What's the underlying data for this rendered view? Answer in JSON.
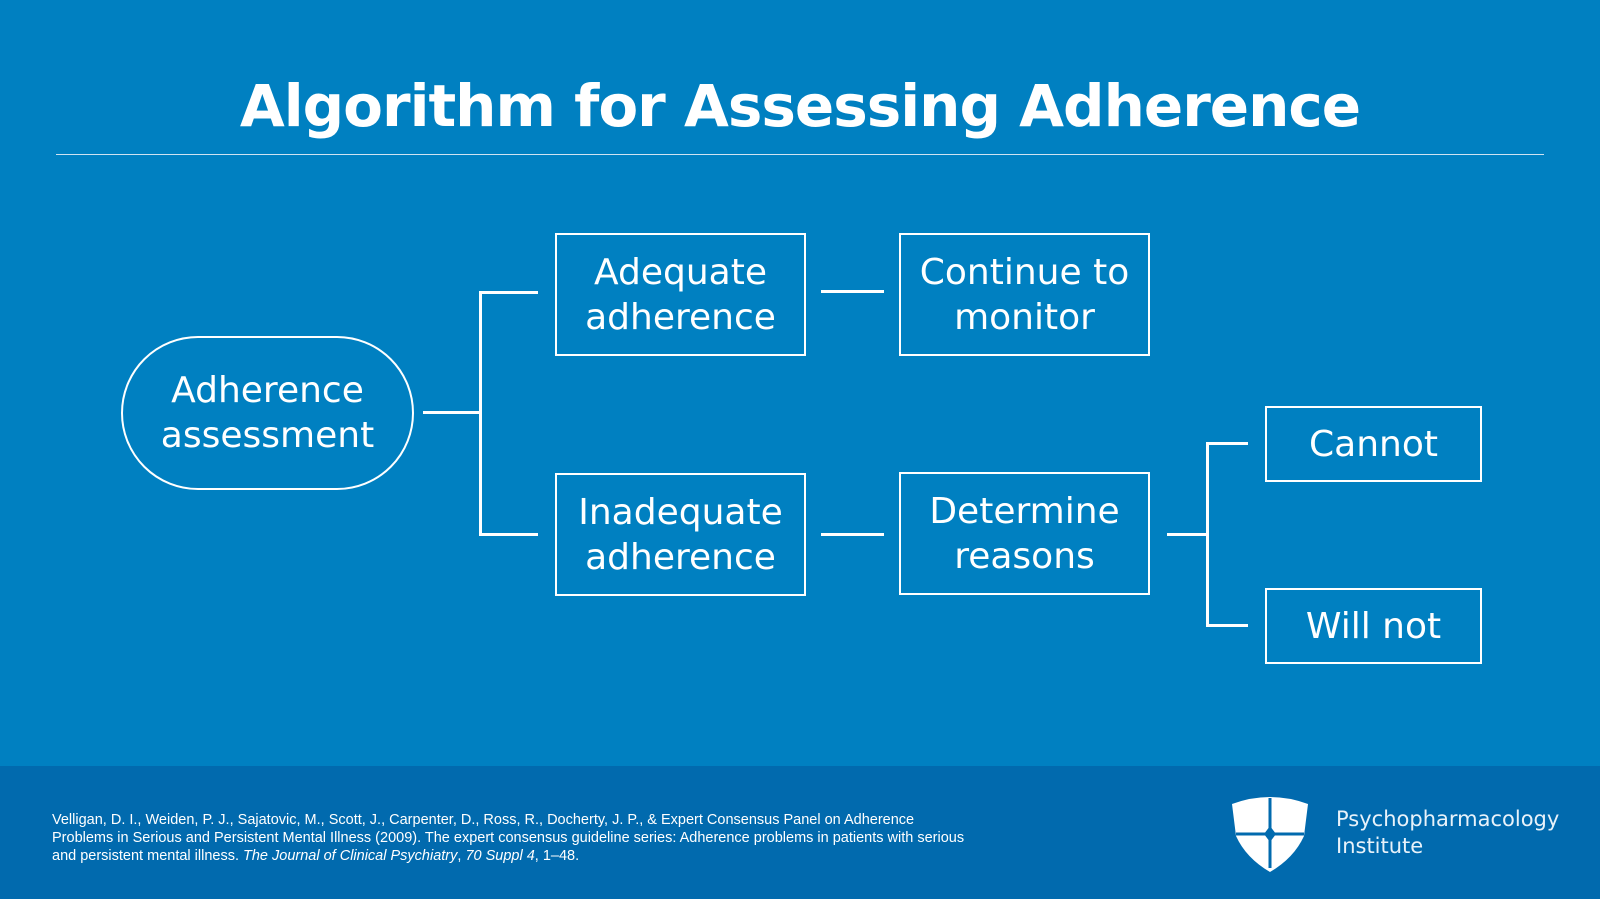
{
  "title": "Algorithm for Assessing Adherence",
  "nodes": {
    "assessment": "Adherence assessment",
    "adequate": "Adequate adherence",
    "continue": "Continue to monitor",
    "inadequate": "Inadequate adherence",
    "determine": "Determine reasons",
    "cannot": "Cannot",
    "will_not": "Will not"
  },
  "footer": {
    "citation_plain": "Velligan, D. I., Weiden, P. J., Sajatovic, M., Scott, J., Carpenter, D., Ross, R., Docherty, J. P., & Expert Consensus Panel on Adherence Problems in Serious and Persistent Mental Illness (2009). The expert consensus guideline series: Adherence problems in patients with serious and persistent mental illness. ",
    "citation_journal": "The Journal of Clinical Psychiatry",
    "citation_sep": ", ",
    "citation_volume": "70 Suppl 4",
    "citation_pages": ", 1–48.",
    "logo_line1": "Psychopharmacology",
    "logo_line2": "Institute"
  },
  "colors": {
    "background": "#0080c1",
    "footer": "#016aae"
  }
}
